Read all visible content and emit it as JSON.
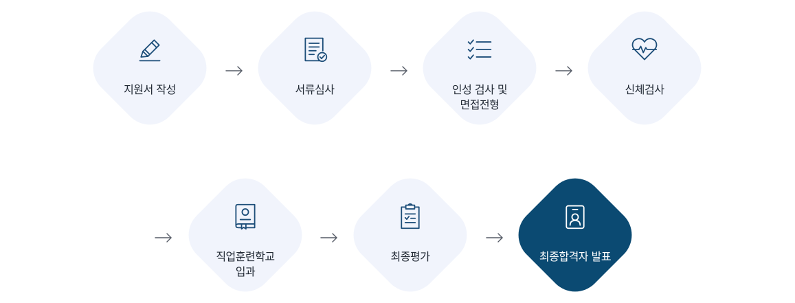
{
  "steps": [
    {
      "lines": [
        "지원서 작성"
      ],
      "icon": "pencil-icon"
    },
    {
      "lines": [
        "서류심사"
      ],
      "icon": "document-check-icon"
    },
    {
      "lines": [
        "인성 검사 및",
        "면접전형"
      ],
      "icon": "checklist-icon"
    },
    {
      "lines": [
        "신체검사"
      ],
      "icon": "heart-pulse-icon"
    },
    {
      "lines": [
        "직업훈련학교",
        "입과"
      ],
      "icon": "book-icon"
    },
    {
      "lines": [
        "최종평가"
      ],
      "icon": "clipboard-icon"
    },
    {
      "lines": [
        "최종합격자 발표"
      ],
      "icon": "id-badge-icon"
    }
  ],
  "colors": {
    "tile_background": "#f1f4fc",
    "final_tile_background": "#0b4a72",
    "icon": "#1d4e79",
    "text": "#222a35"
  }
}
